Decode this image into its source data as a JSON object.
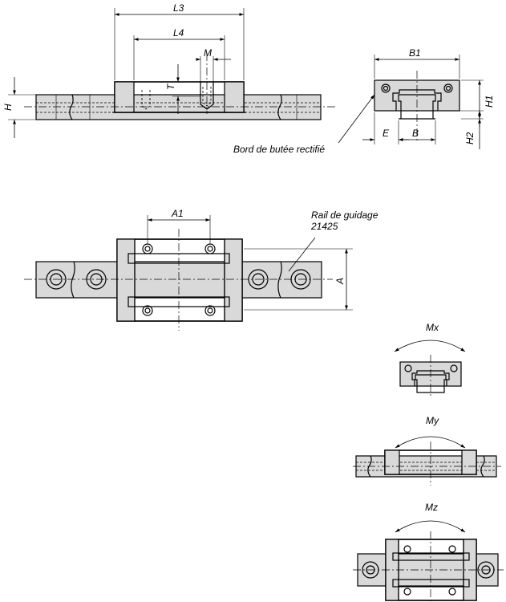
{
  "dimensions": {
    "L3": "L3",
    "L4": "L4",
    "M": "M",
    "T": "T",
    "H": "H",
    "B1": "B1",
    "H1": "H1",
    "H2": "H2",
    "E": "E",
    "B": "B",
    "A1": "A1",
    "A": "A"
  },
  "annotations": {
    "edge_note": "Bord de butée rectifié",
    "rail_note_line1": "Rail de guidage",
    "rail_note_line2": "21425"
  },
  "moments": {
    "mx": "Mx",
    "my": "My",
    "mz": "Mz"
  }
}
